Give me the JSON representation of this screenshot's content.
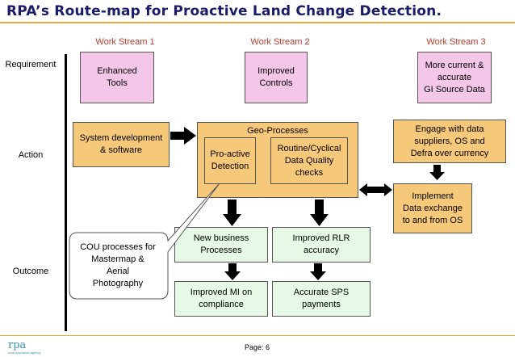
{
  "title": "RPA’s Route-map for Proactive Land Change Detection.",
  "work_streams": [
    "Work Stream 1",
    "Work Stream 2",
    "Work Stream 3"
  ],
  "row_labels": {
    "requirement": "Requirement",
    "action": "Action",
    "outcome": "Outcome"
  },
  "requirement": {
    "ws1": "Enhanced\nTools",
    "ws2": "Improved\nControls",
    "ws3": "More current &\naccurate\nGI Source Data"
  },
  "action": {
    "system_dev": "System development\n& software",
    "geo_title": "Geo-Processes",
    "proactive": "Pro-active\nDetection",
    "routine": "Routine/Cyclical\nData Quality\nchecks",
    "engage": "Engage with data\nsuppliers, OS and\nDefra over currency",
    "implement": "Implement\nData exchange\nto and from OS"
  },
  "outcome": {
    "cou": "COU processes for\nMastermap &\nAerial\nPhotography",
    "new_business": "New business\nProcesses",
    "improved_rlr": "Improved RLR\naccuracy",
    "improved_mi": "Improved MI on\ncompliance",
    "accurate_sps": "Accurate SPS\npayments"
  },
  "footer": {
    "page": "Page: 6",
    "logo": "rpa",
    "logo_sub": "rural payments agency"
  },
  "colors": {
    "requirement_fill": "#f4c6e8",
    "action_fill": "#f6c87a",
    "outcome_fill": "#e6f8e6",
    "work_stream_text": "#c0392b",
    "title_text": "#1b1b6b",
    "accent_rule": "#e8a93a"
  }
}
